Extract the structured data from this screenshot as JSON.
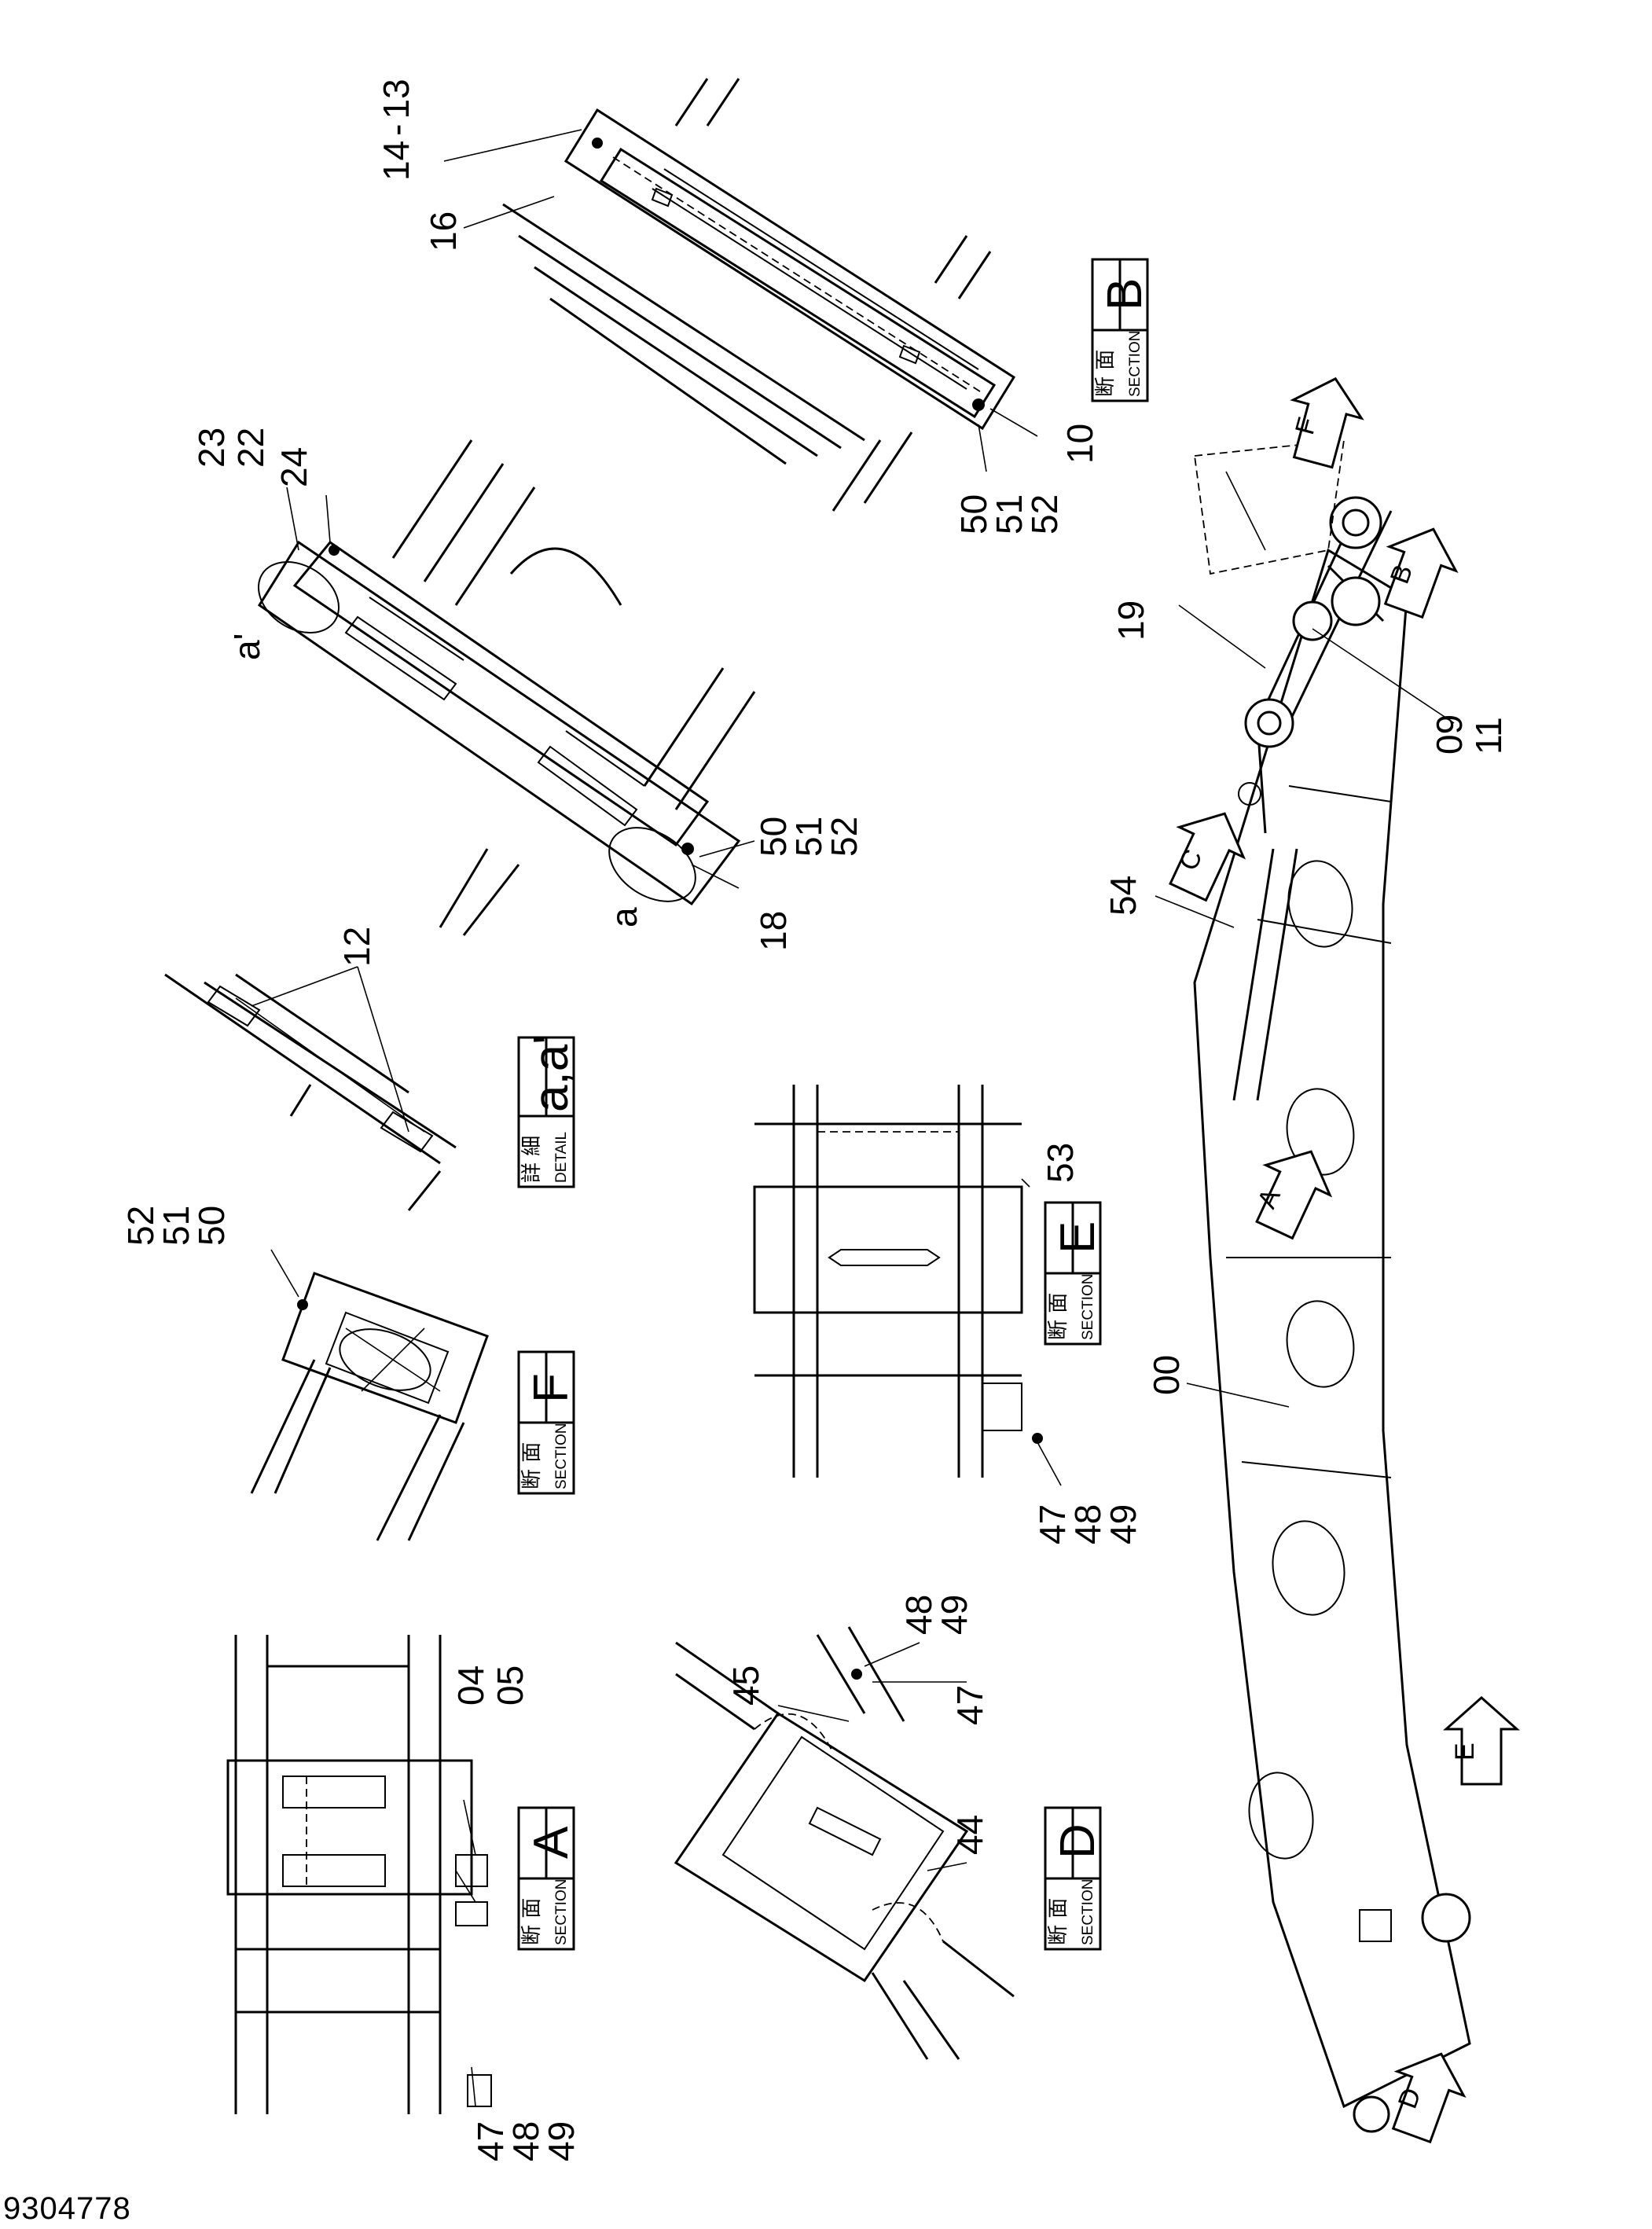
{
  "drawing_number": "9304778",
  "section_labels": {
    "jp_section": "断 面",
    "jp_detail": "詳 細",
    "en_section": "SECTION",
    "en_detail": "DETAIL"
  },
  "views": {
    "A": "A",
    "B": "B",
    "D": "D",
    "E": "E",
    "F": "F",
    "detail": "a,a'"
  },
  "arrows": {
    "A": "A",
    "B": "B",
    "C": "C",
    "D": "D",
    "E": "E",
    "F": "F"
  },
  "callouts": [
    {
      "id": "c-14-13",
      "lines": [
        "14",
        "13"
      ]
    },
    {
      "id": "c-16",
      "lines": [
        "16"
      ]
    },
    {
      "id": "c-10",
      "lines": [
        "10"
      ]
    },
    {
      "id": "c-50-52-b",
      "lines": [
        "50",
        "51",
        "52"
      ]
    },
    {
      "id": "c-23-24",
      "lines": [
        "23",
        "22"
      ]
    },
    {
      "id": "c-24",
      "lines": [
        "24"
      ]
    },
    {
      "id": "c-a-prime",
      "lines": [
        "a'"
      ]
    },
    {
      "id": "c-a",
      "lines": [
        "a"
      ]
    },
    {
      "id": "c-50-52-mid",
      "lines": [
        "50",
        "51",
        "52"
      ]
    },
    {
      "id": "c-18",
      "lines": [
        "18"
      ]
    },
    {
      "id": "c-12",
      "lines": [
        "12"
      ]
    },
    {
      "id": "c-52-50-f",
      "lines": [
        "52",
        "51",
        "50"
      ]
    },
    {
      "id": "c-53",
      "lines": [
        "53"
      ]
    },
    {
      "id": "c-47-49-e",
      "lines": [
        "47",
        "48",
        "49"
      ]
    },
    {
      "id": "c-19",
      "lines": [
        "19"
      ]
    },
    {
      "id": "c-09-11",
      "lines": [
        "09",
        "11"
      ]
    },
    {
      "id": "c-54",
      "lines": [
        "54"
      ]
    },
    {
      "id": "c-00",
      "lines": [
        "00"
      ]
    },
    {
      "id": "c-04",
      "lines": [
        "04"
      ]
    },
    {
      "id": "c-05",
      "lines": [
        "05"
      ]
    },
    {
      "id": "c-47-49-a",
      "lines": [
        "47",
        "48",
        "49"
      ]
    },
    {
      "id": "c-48-49-d",
      "lines": [
        "48",
        "49"
      ]
    },
    {
      "id": "c-47-d",
      "lines": [
        "47"
      ]
    },
    {
      "id": "c-45",
      "lines": [
        "45"
      ]
    },
    {
      "id": "c-44",
      "lines": [
        "44"
      ]
    }
  ]
}
